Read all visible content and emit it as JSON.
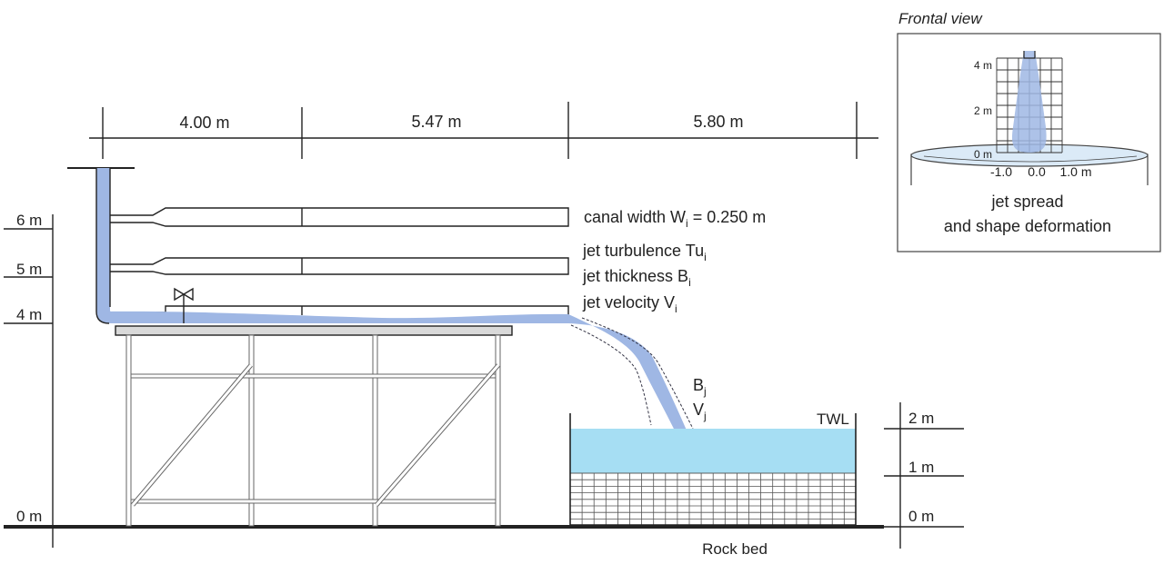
{
  "dimensions": {
    "segments": [
      "4.00 m",
      "5.47 m",
      "5.80 m"
    ]
  },
  "left_levels": [
    "6 m",
    "5 m",
    "4 m",
    "0 m"
  ],
  "basin_levels": [
    "2 m",
    "1 m",
    "0 m"
  ],
  "parameters": {
    "canal_width": {
      "text": "canal width W",
      "sub": "i",
      "value": " = 0.250 m"
    },
    "turbulence": {
      "text": "jet turbulence Tu",
      "sub": "i"
    },
    "thickness": {
      "text": "jet thickness B",
      "sub": "i"
    },
    "velocity": {
      "text": "jet velocity V",
      "sub": "i"
    }
  },
  "impact_labels": {
    "b": {
      "text": "B",
      "sub": "j"
    },
    "v": {
      "text": "V",
      "sub": "j"
    }
  },
  "twl": "TWL",
  "rock_bed": "Rock bed",
  "frontal_view": {
    "title": "Frontal view",
    "y_ticks": [
      "4 m",
      "2 m",
      "0 m"
    ],
    "x_ticks": [
      "-1.0",
      "0.0",
      "1.0 m"
    ],
    "caption_line1": "jet spread",
    "caption_line2": "and shape deformation"
  },
  "colors": {
    "jet": "#9fb7e4",
    "pool": "#a6def3",
    "line": "#222222"
  }
}
